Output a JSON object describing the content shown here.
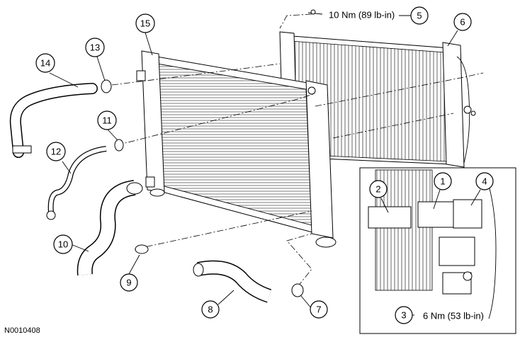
{
  "callouts": {
    "c1": "1",
    "c2": "2",
    "c3": "3",
    "c4": "4",
    "c5": "5",
    "c6": "6",
    "c7": "7",
    "c8": "8",
    "c9": "9",
    "c10": "10",
    "c11": "11",
    "c12": "12",
    "c13": "13",
    "c14": "14",
    "c15": "15"
  },
  "torque": {
    "t5": "10 Nm (89 lb-in)",
    "t3": "6 Nm (53 lb-in)"
  },
  "figure_id": "N0010408"
}
